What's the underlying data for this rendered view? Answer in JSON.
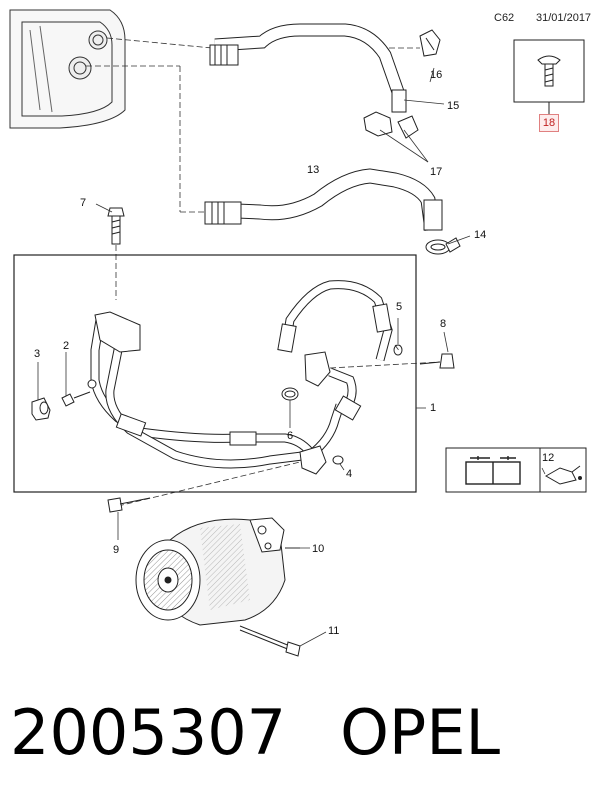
{
  "header": {
    "code": "C62",
    "date": "31/01/2017"
  },
  "callouts": [
    "1",
    "2",
    "3",
    "4",
    "5",
    "6",
    "7",
    "8",
    "9",
    "10",
    "11",
    "12",
    "13",
    "14",
    "15",
    "16",
    "17",
    "18"
  ],
  "footer": {
    "part_number": "2005307",
    "brand": "OPEL"
  },
  "colors": {
    "line": "#222222",
    "highlight_border": "#e08080",
    "highlight_fill": "#fdecec",
    "highlight_text": "#c02020"
  },
  "icons": [
    "wrench-book-icon",
    "oil-can-icon"
  ]
}
